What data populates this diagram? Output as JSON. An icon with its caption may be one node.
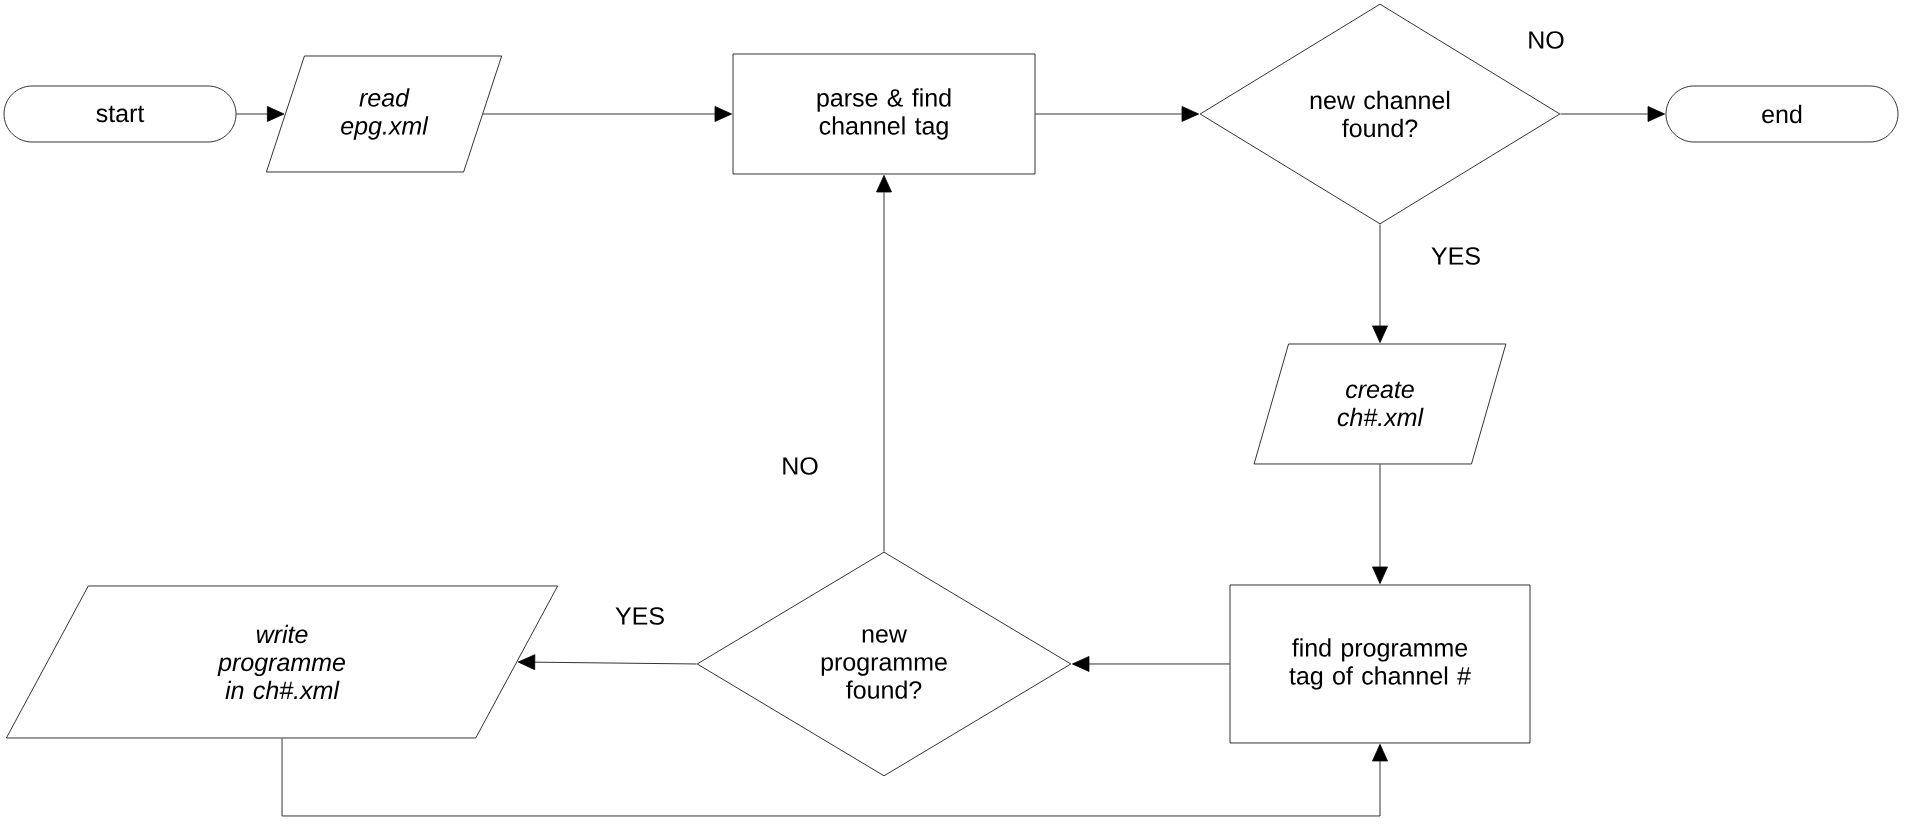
{
  "diagram": {
    "nodes": [
      {
        "text": [
          "start"
        ]
      },
      {
        "text": [
          "read epg.xml"
        ]
      },
      {
        "text": [
          "parse & find channel tag"
        ]
      },
      {
        "text": [
          "new channel found?"
        ]
      },
      {
        "text": [
          "end"
        ]
      },
      {
        "text": [
          "create ch#.xml"
        ]
      },
      {
        "text": [
          "find programme tag of channel #"
        ]
      },
      {
        "text": [
          "new programme found?"
        ]
      },
      {
        "text": [
          "write programme in ch#.xml"
        ]
      }
    ],
    "edges": [
      {
        "from": 0,
        "to": 1,
        "arrow": "to"
      },
      {
        "from": 1,
        "to": 2,
        "arrow": "to"
      },
      {
        "from": 2,
        "to": 3,
        "arrow": "to"
      },
      {
        "from": 3,
        "to": 4,
        "label": "NO",
        "arrow": "to"
      },
      {
        "from": 3,
        "to": 5,
        "label": "YES",
        "arrow": "to"
      },
      {
        "from": 5,
        "to": 6,
        "arrow": "to"
      },
      {
        "from": 6,
        "to": 7,
        "arrow": "to"
      },
      {
        "from": 7,
        "to": 2,
        "label": "NO",
        "arrow": "to"
      },
      {
        "from": 7,
        "to": 8,
        "label": "YES",
        "arrow": "to"
      },
      {
        "from": 8,
        "to": 6,
        "arrow": "to"
      }
    ]
  }
}
